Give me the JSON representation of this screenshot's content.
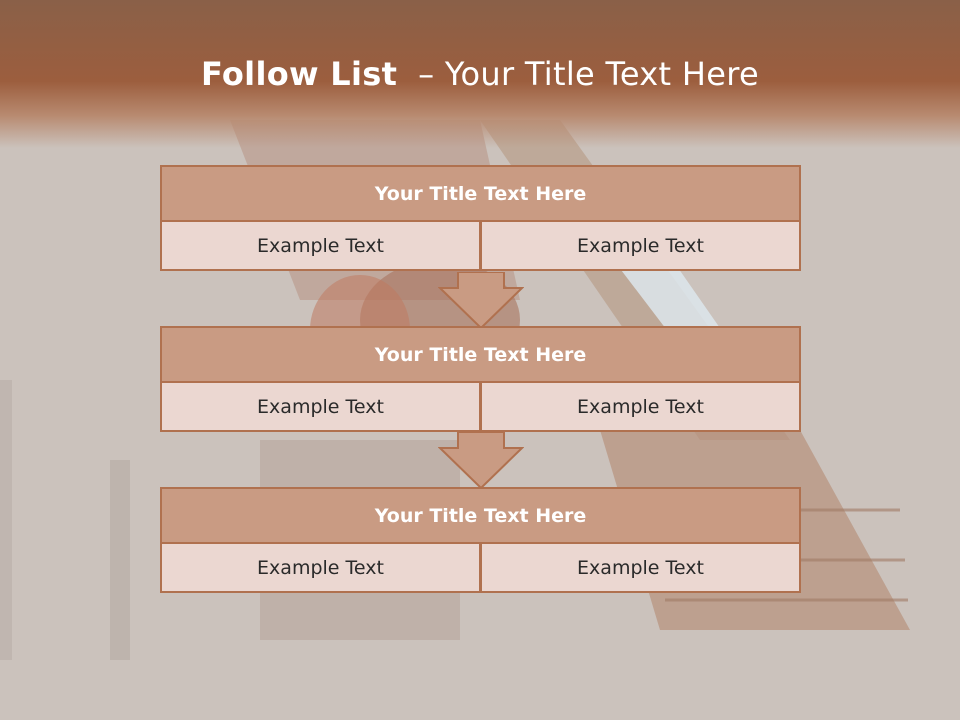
{
  "slide": {
    "title_bold": "Follow List",
    "title_rest": "  – Your Title Text Here"
  },
  "blocks": [
    {
      "title": "Your Title Text Here",
      "left": "Example Text",
      "right": "Example Text"
    },
    {
      "title": "Your Title Text Here",
      "left": "Example Text",
      "right": "Example Text"
    },
    {
      "title": "Your Title Text Here",
      "left": "Example Text",
      "right": "Example Text"
    }
  ],
  "colors": {
    "header": "#9c5e3e",
    "block_title_fill": "#c99b83",
    "block_border": "#b0714f",
    "cell_fill": "#ebd7d1",
    "arrow_fill": "#c99b83"
  }
}
